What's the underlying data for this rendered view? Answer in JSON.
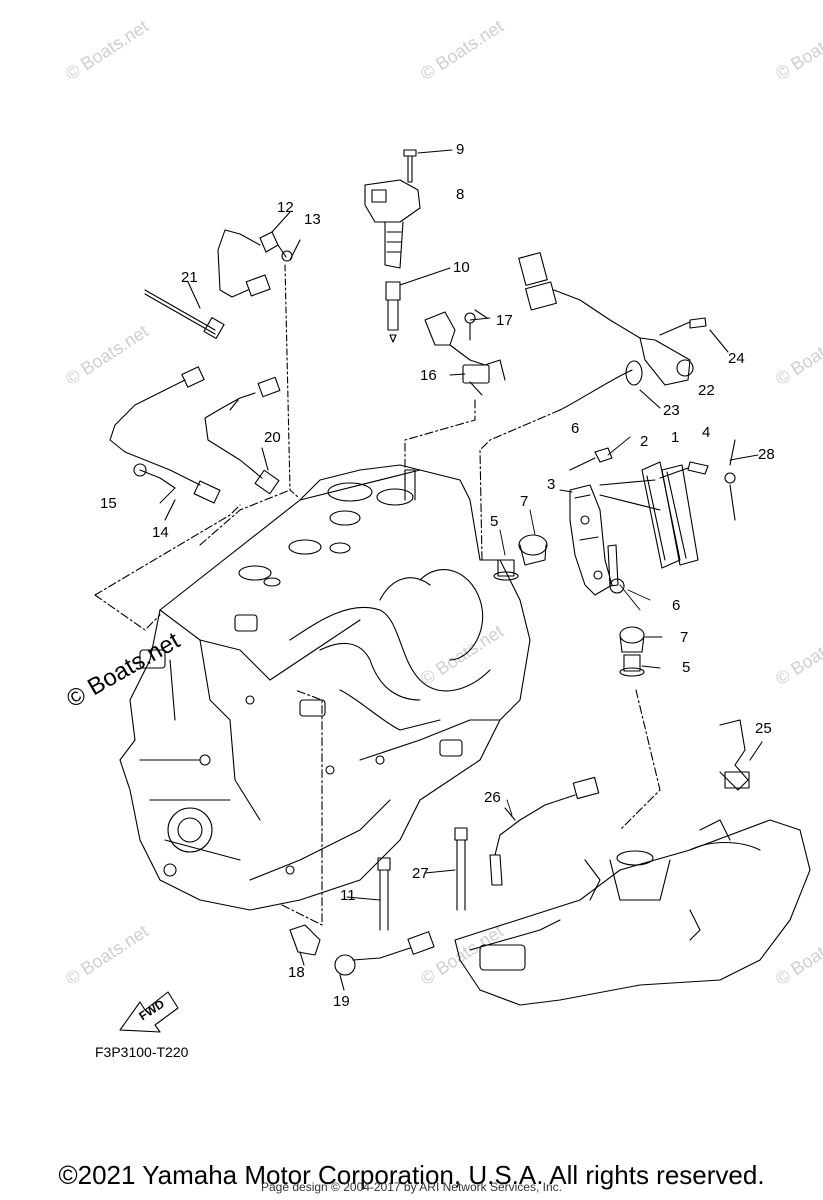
{
  "watermark_text": "© Boats.net",
  "diagram_code": "F3P3100-T220",
  "fwd_label": "FWD",
  "copyright": "©2021 Yamaha Motor Corporation, U.S.A. All rights reserved.",
  "page_credit": "Page design © 2004-2017 by ARI Network Services, Inc.",
  "callouts": [
    {
      "id": "c1",
      "text": "1"
    },
    {
      "id": "c2",
      "text": "2"
    },
    {
      "id": "c3",
      "text": "3"
    },
    {
      "id": "c4",
      "text": "4"
    },
    {
      "id": "c5a",
      "text": "5"
    },
    {
      "id": "c5b",
      "text": "5"
    },
    {
      "id": "c6a",
      "text": "6"
    },
    {
      "id": "c6b",
      "text": "6"
    },
    {
      "id": "c7a",
      "text": "7"
    },
    {
      "id": "c7b",
      "text": "7"
    },
    {
      "id": "c8",
      "text": "8"
    },
    {
      "id": "c9",
      "text": "9"
    },
    {
      "id": "c10",
      "text": "10"
    },
    {
      "id": "c11",
      "text": "11"
    },
    {
      "id": "c12",
      "text": "12"
    },
    {
      "id": "c13",
      "text": "13"
    },
    {
      "id": "c14",
      "text": "14"
    },
    {
      "id": "c15",
      "text": "15"
    },
    {
      "id": "c16",
      "text": "16"
    },
    {
      "id": "c17",
      "text": "17"
    },
    {
      "id": "c18",
      "text": "18"
    },
    {
      "id": "c19",
      "text": "19"
    },
    {
      "id": "c20",
      "text": "20"
    },
    {
      "id": "c21",
      "text": "21"
    },
    {
      "id": "c22",
      "text": "22"
    },
    {
      "id": "c23",
      "text": "23"
    },
    {
      "id": "c24",
      "text": "24"
    },
    {
      "id": "c25",
      "text": "25"
    },
    {
      "id": "c26",
      "text": "26"
    },
    {
      "id": "c27",
      "text": "27"
    },
    {
      "id": "c28",
      "text": "28"
    }
  ]
}
